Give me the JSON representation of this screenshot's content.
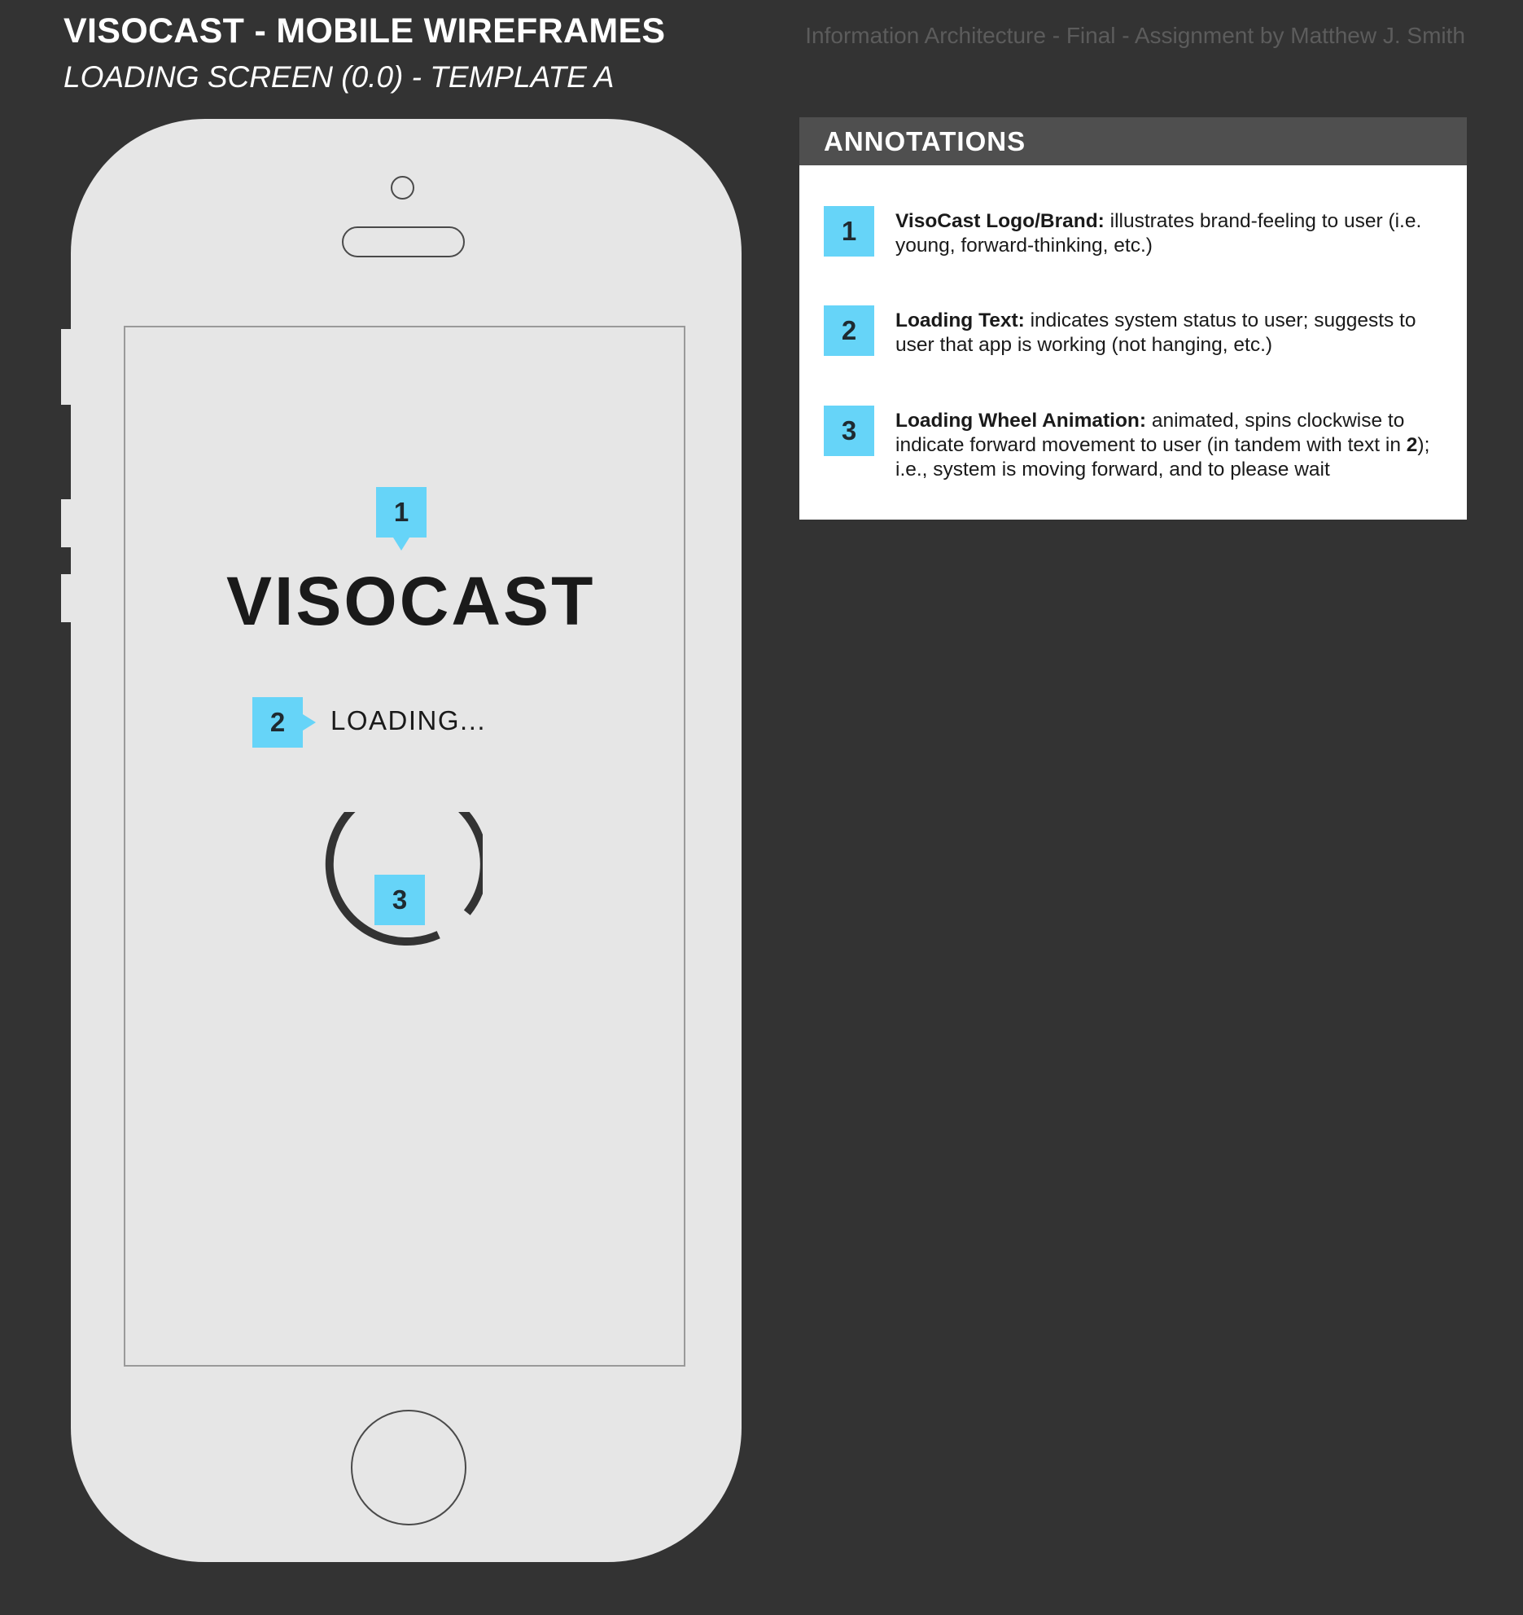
{
  "header": {
    "title": "VISOCAST - MOBILE WIREFRAMES",
    "subtitle": "LOADING SCREEN (0.0) - TEMPLATE A",
    "credit": "Information Architecture - Final - Assignment by Matthew J. Smith"
  },
  "screen": {
    "logo_marker": "1",
    "brand": "VISOCAST",
    "loading_marker": "2",
    "loading_text": "LOADING...",
    "wheel_marker": "3"
  },
  "annotations": {
    "heading": "ANNOTATIONS",
    "items": [
      {
        "number": "1",
        "term": "VisoCast Logo/Brand:",
        "text": " illustrates brand-feeling to user (i.e. young, forward-thinking, etc.)"
      },
      {
        "number": "2",
        "term": "Loading Text:",
        "text": " indicates system status to user; suggests to user that app is working (not hanging, etc.)"
      },
      {
        "number": "3",
        "term": "Loading Wheel Animation:",
        "text": " animated, spins clockwise to indicate forward movement to user (in tandem with text in ",
        "ref": "2",
        "text_after": "); i.e., system is moving forward, and to please wait"
      }
    ]
  },
  "colors": {
    "background": "#333333",
    "accent_marker": "#66d4f8",
    "device": "#e6e6e6"
  },
  "icons": [
    "camera-icon",
    "speaker-icon",
    "home-button-icon",
    "loading-wheel-icon"
  ]
}
